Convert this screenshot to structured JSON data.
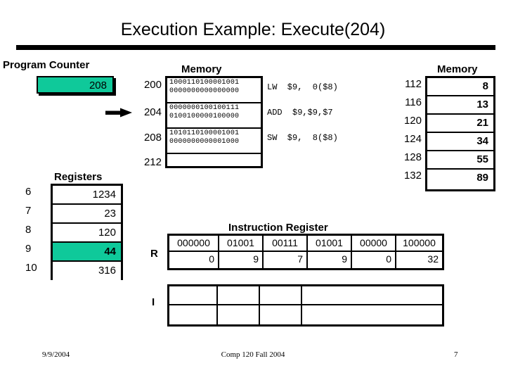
{
  "slide": {
    "title": "Execution Example: Execute(204)"
  },
  "program_counter": {
    "label": "Program Counter",
    "value": "208",
    "highlight_color": "#0FC99A"
  },
  "instruction_memory": {
    "label": "Memory",
    "pointer_address": "204",
    "pointer_icon": "right-arrow-icon",
    "rows": [
      {
        "address": "200",
        "word_high": "1000110100001001",
        "word_low": "0000000000000000",
        "assembly": "LW  $9,  0($8)"
      },
      {
        "address": "204",
        "word_high": "0000000100100111",
        "word_low": "0100100000100000",
        "assembly": "ADD  $9,$9,$7"
      },
      {
        "address": "208",
        "word_high": "1010110100001001",
        "word_low": "0000000000001000",
        "assembly": "SW  $9,  8($8)"
      },
      {
        "address": "212",
        "word_high": "",
        "word_low": "",
        "assembly": ""
      }
    ]
  },
  "data_memory": {
    "label": "Memory",
    "rows": [
      {
        "address": "112",
        "value": "8"
      },
      {
        "address": "116",
        "value": "13"
      },
      {
        "address": "120",
        "value": "21"
      },
      {
        "address": "124",
        "value": "34"
      },
      {
        "address": "128",
        "value": "55"
      },
      {
        "address": "132",
        "value": "89"
      }
    ]
  },
  "registers": {
    "label": "Registers",
    "highlight_color": "#0FC99A",
    "rows": [
      {
        "number": "6",
        "value": "1234",
        "highlighted": false
      },
      {
        "number": "7",
        "value": "23",
        "highlighted": false
      },
      {
        "number": "8",
        "value": "120",
        "highlighted": false
      },
      {
        "number": "9",
        "value": "44",
        "highlighted": true
      },
      {
        "number": "10",
        "value": "316",
        "highlighted": false
      }
    ]
  },
  "instruction_register": {
    "label": "Instruction Register",
    "r_format_label": "R",
    "i_format_label": "I",
    "r_binary": [
      "000000",
      "01001",
      "00111",
      "01001",
      "00000",
      "100000"
    ],
    "r_decimal": [
      "0",
      "9",
      "7",
      "9",
      "0",
      "32"
    ],
    "i_binary": [
      "",
      "",
      "",
      ""
    ],
    "i_decimal": [
      "",
      "",
      "",
      ""
    ]
  },
  "footer": {
    "date": "9/9/2004",
    "course": "Comp 120 Fall 2004",
    "page": "7"
  }
}
